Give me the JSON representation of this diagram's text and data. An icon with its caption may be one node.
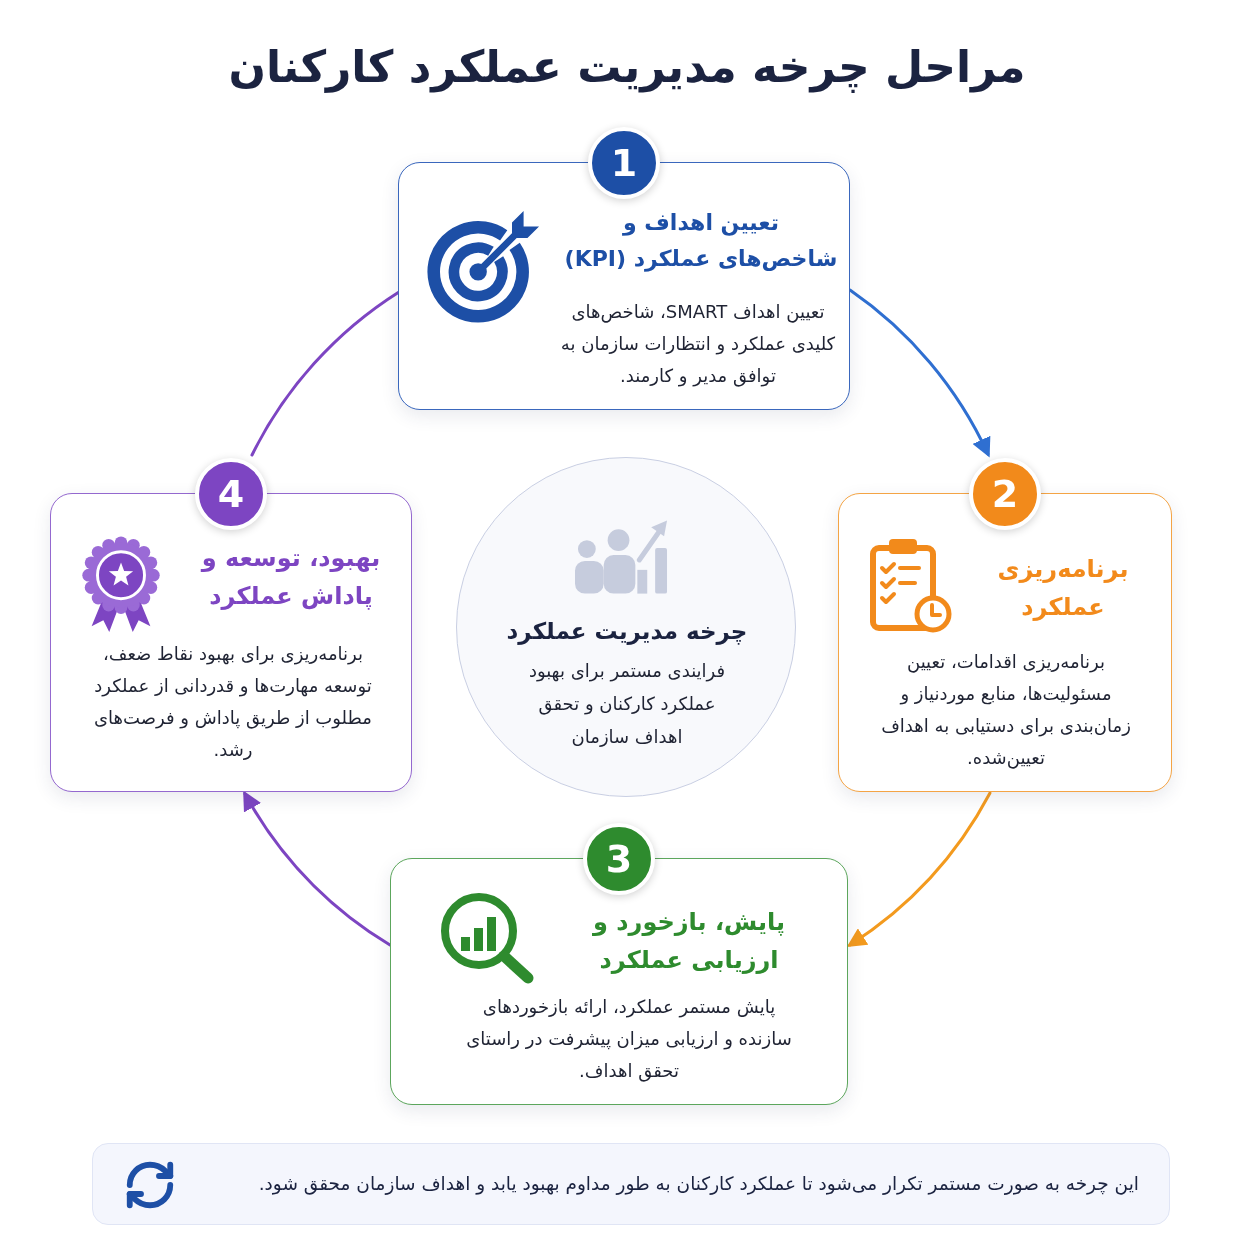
{
  "diagram": {
    "title": "مراحل چرخه مدیریت عملکرد کارکنان",
    "nodes": [
      {
        "text": [
          "1",
          "تعیین اهداف و شاخص‌های عملکرد (KPI)",
          "تعیین اهداف SMART، شاخص‌های کلیدی عملکرد و انتظارات سازمان به توافق مدیر و کارمند."
        ]
      },
      {
        "text": [
          "2",
          "برنامه‌ریزی عملکرد",
          "برنامه‌ریزی اقدامات، تعیین مسئولیت‌ها، منابع موردنیاز و زمان‌بندی برای دستیابی به اهداف تعیین‌شده."
        ]
      },
      {
        "text": [
          "3",
          "پایش، بازخورد و ارزیابی عملکرد",
          "پایش مستمر عملکرد، ارائه بازخوردهای سازنده و ارزیابی میزان پیشرفت در راستای تحقق اهداف."
        ]
      },
      {
        "text": [
          "4",
          "بهبود، توسعه و پاداش عملکرد",
          "برنامه‌ریزی برای بهبود نقاط ضعف، توسعه مهارت‌ها و قدردانی از عملکرد مطلوب از طریق پاداش و فرصت‌های رشد."
        ]
      },
      {
        "text": [
          "چرخه مدیریت عملکرد",
          "فرایندی مستمر برای بهبود عملکرد کارکنان و تحقق اهداف سازمان"
        ]
      },
      {
        "text": [
          "این چرخه به صورت مستمر تکرار می‌شود تا عملکرد کارکنان به طور مداوم بهبود یابد و اهداف سازمان محقق شود."
        ]
      }
    ],
    "edges": [
      {
        "from": 0,
        "to": 1,
        "arrow": "to",
        "color": "#2f6fd1"
      },
      {
        "from": 1,
        "to": 2,
        "arrow": "to",
        "color": "#f39a1e"
      },
      {
        "from": 2,
        "to": 3,
        "arrow": "to"
      },
      {
        "from": 3,
        "to": 0,
        "arrow": "none"
      }
    ]
  }
}
